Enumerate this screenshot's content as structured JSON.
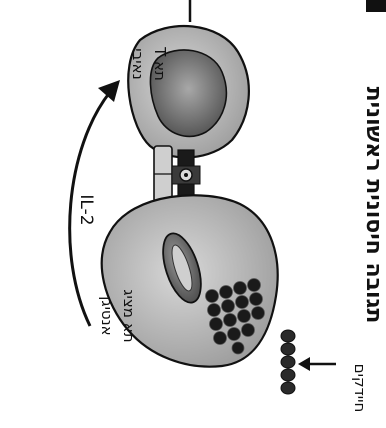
{
  "title": "תגובה חיסונית ראשונית",
  "labels": {
    "t_cell_line1": "תא T",
    "t_cell_line2": "נאיבי",
    "apc_line1": "תא מציג",
    "apc_line2": "אנטיגן",
    "il2": "IL-2",
    "bacteria": "חיידקים"
  },
  "colors": {
    "cell_fill": "#bdbdbd",
    "nucleus_fill": "#6f6f6f",
    "outline": "#111111",
    "granule_fill": "#1a1a1a"
  }
}
